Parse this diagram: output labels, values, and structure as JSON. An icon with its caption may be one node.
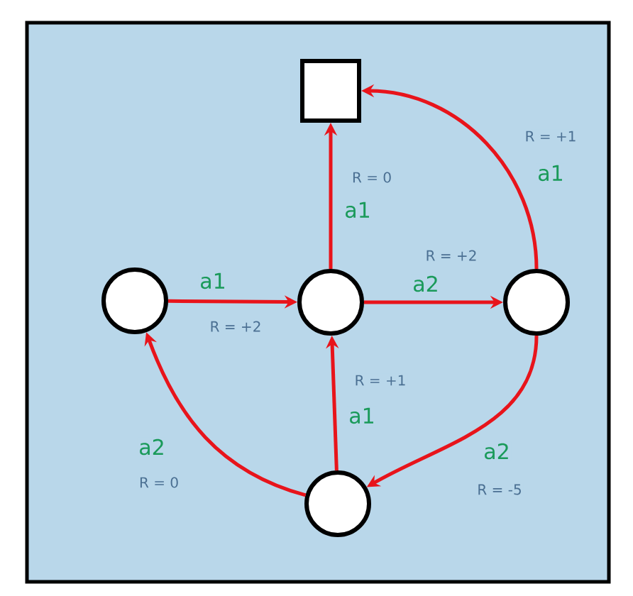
{
  "diagram": {
    "nodes": [
      {
        "text": [],
        "shape": "box"
      },
      {
        "text": [],
        "shape": "circle"
      },
      {
        "text": [],
        "shape": "circle"
      },
      {
        "text": [],
        "shape": "circle"
      },
      {
        "text": [],
        "shape": "circle"
      }
    ],
    "edges": [
      {
        "from": 1,
        "to": 2,
        "arrow": "to",
        "label": "a1"
      },
      {
        "from": 2,
        "to": 3,
        "arrow": "to",
        "label": "a2"
      },
      {
        "from": 2,
        "to": 0,
        "arrow": "to",
        "label": "a1"
      },
      {
        "from": 3,
        "to": 0,
        "arrow": "to",
        "label": "a1"
      },
      {
        "from": 3,
        "to": 4,
        "arrow": "to",
        "label": "a2"
      },
      {
        "from": 4,
        "to": 2,
        "arrow": "to",
        "label": "a1"
      },
      {
        "from": 4,
        "to": 1,
        "arrow": "to",
        "label": "a2"
      }
    ],
    "labels": [
      "R = +1",
      "R = 0",
      "R = +2",
      "R = +2",
      "R = +1",
      "R = 0",
      "R = -5"
    ]
  }
}
